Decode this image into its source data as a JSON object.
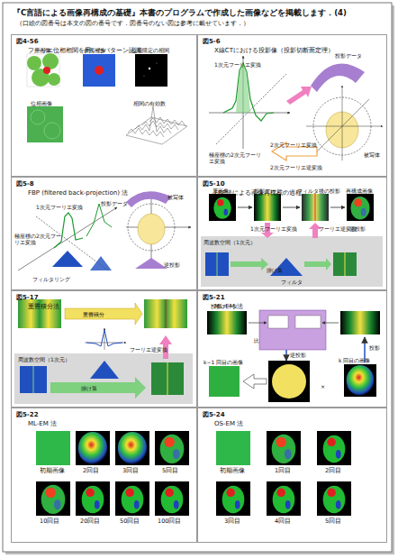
{
  "diagram": {
    "title": "『C言語による画像再構成の基礎』本書のプログラムで作成した画像などを掲載します．(4)",
    "nodes": [
      {
        "text": [
          "図4-56",
          "フーリエ位相相関を用いたパターン認識"
        ]
      },
      {
        "text": [
          "図5-6",
          "X線CTにおける投影像（投影切断面定理）"
        ]
      },
      {
        "text": [
          "図5-8",
          "FBP (filtered back-projection) 法"
        ]
      },
      {
        "text": [
          "図5-10",
          "FBP法による画像再構成の過程"
        ]
      },
      {
        "text": [
          "図5-17",
          "重畳積分法"
        ]
      },
      {
        "text": [
          "図5-21",
          "ML-EM 法"
        ]
      },
      {
        "text": [
          "図5-22",
          "ML-EM 法"
        ]
      },
      {
        "text": [
          "図5-24",
          "OS-EM 法"
        ]
      }
    ],
    "labels": [
      "原画像",
      "参照画像",
      "位相限定の相関",
      "位相画像",
      "相関の有効数",
      "投影データ",
      "1次元フーリエ変換",
      "被写体",
      "極座標の2次元フーリエ変換",
      "2次元フーリエ変換",
      "2次元フーリエ逆変換",
      "投影データ",
      "1次元フーリエ変換",
      "極座標の2次元フーリエ変換",
      "フィルタリング",
      "逆投影",
      "被写体",
      "原画像",
      "投影データ",
      "フィルタ後の投影",
      "再構成画像",
      "1次元フーリエ変換",
      "周波数空間（1次元）",
      "フーリエ逆変換",
      "掛け算",
      "フィルタ",
      "逆投影",
      "重畳積分",
      "フーリエ逆変換",
      "周波数空間（1次元）",
      "掛け算",
      "投影データ",
      "比",
      "逆投影",
      "投影",
      "k−1 回目の画像",
      "k 回目の画像",
      "×",
      "初期画像",
      "2回目",
      "3回目",
      "5回目",
      "10回目",
      "20回目",
      "50回目",
      "100回目",
      "初期画像",
      "1回目",
      "2回目",
      "3回目",
      "4回目",
      "5回目",
      "（口絵の図番号は本文の図の番号です．図番号のない図は参考に載せています．）"
    ]
  }
}
